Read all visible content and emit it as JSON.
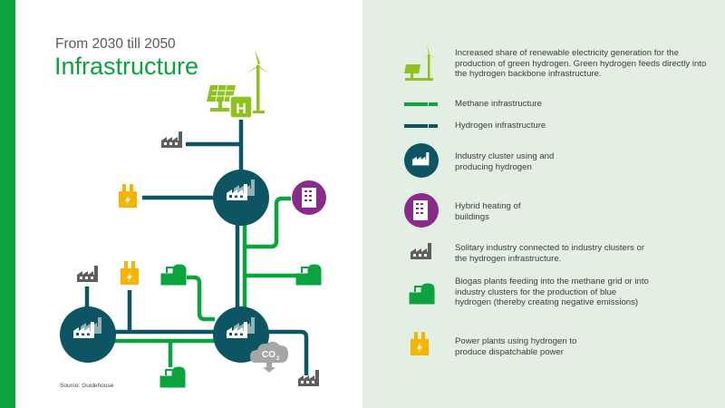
{
  "header": {
    "subtitle": "From 2030 till 2050",
    "title": "Infrastructure"
  },
  "source": "Source: Guidehouse",
  "colors": {
    "methane": "#0aa33e",
    "hydrogen": "#0e5563",
    "renewable": "#8dc21f",
    "purple": "#8a2a8c",
    "yellow": "#f5b400",
    "gray": "#5e5e5e",
    "cloud": "#a6a6a6"
  },
  "diagram": {
    "hydrogen_label": "H",
    "co2_label": "CO",
    "co2_sub": "2"
  },
  "legend": [
    {
      "icon": "renewable-icon",
      "text": "Increased share of renewable electricity generation for the production of green hydrogen. Green hydrogen feeds directly into the hydrogen backbone infrastructure."
    },
    {
      "icon": "methane-pipe-icon",
      "text": "Methane infrastructure"
    },
    {
      "icon": "hydrogen-pipe-icon",
      "text": "Hydrogen infrastructure"
    },
    {
      "icon": "industry-cluster-icon",
      "text": "Industry cluster using and producing hydrogen"
    },
    {
      "icon": "building-icon",
      "text": "Hybrid heating of buildings"
    },
    {
      "icon": "factory-icon",
      "text": "Solitary industry connected to industry clusters or the hydrogen infrastructure."
    },
    {
      "icon": "biogas-icon",
      "text": "Biogas plants feeding into the methane grid or into industry clusters for the production of blue hydrogen (thereby creating negative emissions)"
    },
    {
      "icon": "power-plant-icon",
      "text": "Power plants using hydrogen to produce dispatchable power"
    }
  ]
}
